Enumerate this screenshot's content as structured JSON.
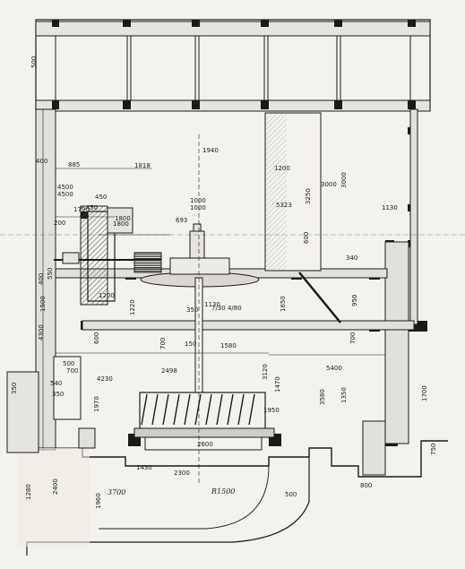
{
  "drawing": {
    "dimensions": [
      {
        "id": "d-500-left",
        "text": "500"
      },
      {
        "id": "d-400-a",
        "text": "400"
      },
      {
        "id": "d-885",
        "text": "885"
      },
      {
        "id": "d-1818",
        "text": "1818"
      },
      {
        "id": "d-1940",
        "text": "1940"
      },
      {
        "id": "d-4500",
        "text": "4500"
      },
      {
        "id": "d-450",
        "text": "450"
      },
      {
        "id": "d-1800-top",
        "text": "1800"
      },
      {
        "id": "d-1000",
        "text": "1000"
      },
      {
        "id": "d-693",
        "text": "693"
      },
      {
        "id": "d-1200-col",
        "text": "1200"
      },
      {
        "id": "d-3250",
        "text": "3250"
      },
      {
        "id": "d-5323",
        "text": "5323"
      },
      {
        "id": "d-3000",
        "text": "3000"
      },
      {
        "id": "d-1130",
        "text": "1130"
      },
      {
        "id": "d-200",
        "text": "200"
      },
      {
        "id": "d-550",
        "text": "550"
      },
      {
        "id": "d-400-b",
        "text": "400"
      },
      {
        "id": "d-600",
        "text": "600"
      },
      {
        "id": "d-1220",
        "text": "1220"
      },
      {
        "id": "d-1650",
        "text": "1650"
      },
      {
        "id": "d-950",
        "text": "950"
      },
      {
        "id": "d-1130-b",
        "text": "1130"
      },
      {
        "id": "d-4300-b",
        "text": "4300"
      },
      {
        "id": "d-1580",
        "text": "1580"
      },
      {
        "id": "d-1500",
        "text": "1500"
      },
      {
        "id": "d-600-b",
        "text": "600"
      },
      {
        "id": "d-700",
        "text": "700"
      },
      {
        "id": "d-700-b",
        "text": "700"
      },
      {
        "id": "d-2498",
        "text": "2498"
      },
      {
        "id": "d-5400",
        "text": "5400"
      },
      {
        "id": "d-4230",
        "text": "4230"
      },
      {
        "id": "d-1470",
        "text": "1470"
      },
      {
        "id": "d-3120",
        "text": "3120"
      },
      {
        "id": "d-3580",
        "text": "3580"
      },
      {
        "id": "d-1350",
        "text": "1350"
      },
      {
        "id": "d-1970",
        "text": "1970"
      },
      {
        "id": "d-1950",
        "text": "1950"
      },
      {
        "id": "d-500-b",
        "text": "500"
      },
      {
        "id": "d-350",
        "text": "350"
      },
      {
        "id": "d-1700",
        "text": "1700"
      },
      {
        "id": "d-2600",
        "text": "2600"
      },
      {
        "id": "d-2300",
        "text": "2300"
      },
      {
        "id": "d-3700",
        "text": "3700"
      },
      {
        "id": "d-r1500",
        "text": "R1500"
      },
      {
        "id": "d-1960",
        "text": "1960"
      },
      {
        "id": "d-500-c",
        "text": "500"
      },
      {
        "id": "d-1280",
        "text": "1280"
      },
      {
        "id": "d-2400",
        "text": "2400"
      },
      {
        "id": "d-700-c",
        "text": "700"
      },
      {
        "id": "d-800",
        "text": "800"
      },
      {
        "id": "d-750",
        "text": "750"
      },
      {
        "id": "d-3000-b",
        "text": "3000"
      },
      {
        "id": "d-1200-b",
        "text": "1200"
      },
      {
        "id": "d-1000-b",
        "text": "1000"
      },
      {
        "id": "d-350-b",
        "text": "350"
      },
      {
        "id": "d-340",
        "text": "340"
      },
      {
        "id": "d-150",
        "text": "150"
      },
      {
        "id": "d-1790",
        "text": "1790"
      },
      {
        "id": "d-4500-b",
        "text": "4500"
      },
      {
        "id": "d-ratio",
        "text": "7/30 4/80"
      },
      {
        "id": "d-540",
        "text": "540"
      },
      {
        "id": "d-350-c",
        "text": "350"
      },
      {
        "id": "d-1430",
        "text": "1430"
      },
      {
        "id": "d-450-b",
        "text": "450"
      },
      {
        "id": "d-1800-b",
        "text": "1800"
      }
    ]
  },
  "colors": {
    "paper": "#f4f2ec",
    "ink": "#1a1a1a",
    "wall_fill": "#e2e0da",
    "section_fill": "#cfcdc6",
    "shade": "#555555"
  }
}
